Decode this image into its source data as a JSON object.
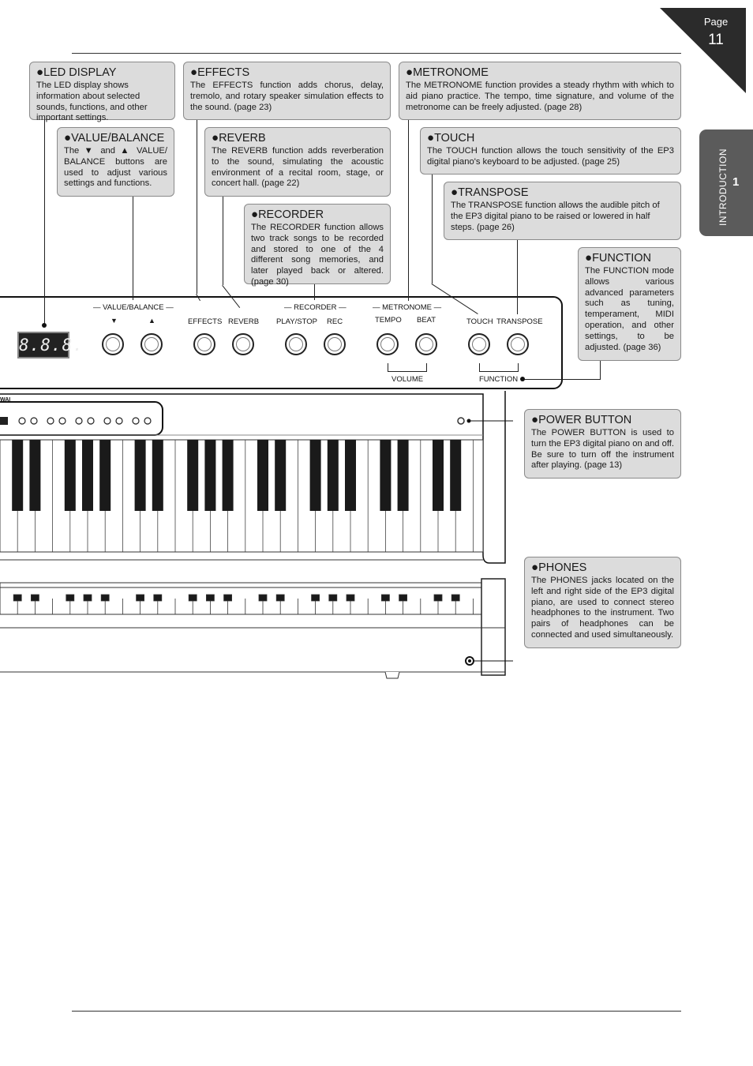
{
  "page": {
    "label": "Page",
    "number": "11"
  },
  "chapter": {
    "name": "INTRODUCTION",
    "number": "1"
  },
  "callouts": {
    "led_display": {
      "bullet": "●",
      "title": "LED DISPLAY",
      "body": "The LED display shows information about selected sounds, functions, and other important settings."
    },
    "effects": {
      "bullet": "●",
      "title": "EFFECTS",
      "body": "The EFFECTS function adds chorus, delay, tremolo, and rotary speaker simulation effects to the sound. (page 23)"
    },
    "metronome": {
      "bullet": "●",
      "title": "METRONOME",
      "body": "The METRONOME function provides a steady rhythm with which to aid piano practice.  The tempo, time signature, and volume of the metronome can be freely adjusted.  (page 28)"
    },
    "value_balance": {
      "bullet": "●",
      "title": "VALUE/BALANCE",
      "body": "The ▼ and ▲ VALUE/ BALANCE buttons are used to adjust various settings and functions."
    },
    "reverb": {
      "bullet": "●",
      "title": "REVERB",
      "body": "The REVERB function adds reverberation to the sound, simulating the acoustic environment of a recital room, stage, or concert hall. (page 22)"
    },
    "touch": {
      "bullet": "●",
      "title": "TOUCH",
      "body": "The TOUCH function allows the touch sensitivity of the EP3 digital piano's keyboard to be adjusted. (page 25)"
    },
    "transpose": {
      "bullet": "●",
      "title": "TRANSPOSE",
      "body": "The TRANSPOSE function allows the audible pitch of the EP3 digital piano to be raised or lowered in half steps. (page 26)"
    },
    "recorder": {
      "bullet": "●",
      "title": "RECORDER",
      "body": "The RECORDER function allows two track songs to be recorded and stored to one of the 4 different song memories, and later played back or altered. (page 30)"
    },
    "function": {
      "bullet": "●",
      "title": "FUNCTION",
      "body": "The FUNCTION mode allows various advanced parameters such as tuning, temperament, MIDI operation, and other settings, to be adjusted. (page 36)"
    },
    "power_button": {
      "bullet": "●",
      "title": "POWER BUTTON",
      "body": "The POWER BUTTON is used to turn the EP3 digital piano on and off.  Be sure to turn off the instrument after playing. (page 13)"
    },
    "phones": {
      "bullet": "●",
      "title": "PHONES",
      "body": "The PHONES jacks located on the left and right side of the EP3 digital piano, are used to connect stereo headphones to the instrument. Two pairs of headphones can be connected and used simultaneously."
    }
  },
  "panel": {
    "led_readout": "8.8.8.",
    "group_value_balance": "— VALUE/BALANCE —",
    "down_arrow": "▼",
    "up_arrow": "▲",
    "effects": "EFFECTS",
    "reverb": "REVERB",
    "group_recorder": "— RECORDER —",
    "play_stop": "PLAY/STOP",
    "rec": "REC",
    "group_metronome": "— METRONOME —",
    "tempo": "TEMPO",
    "beat": "BEAT",
    "touch": "TOUCH",
    "transpose": "TRANSPOSE",
    "volume": "VOLUME",
    "function": "FUNCTION",
    "brand_fragment": "WAI"
  }
}
